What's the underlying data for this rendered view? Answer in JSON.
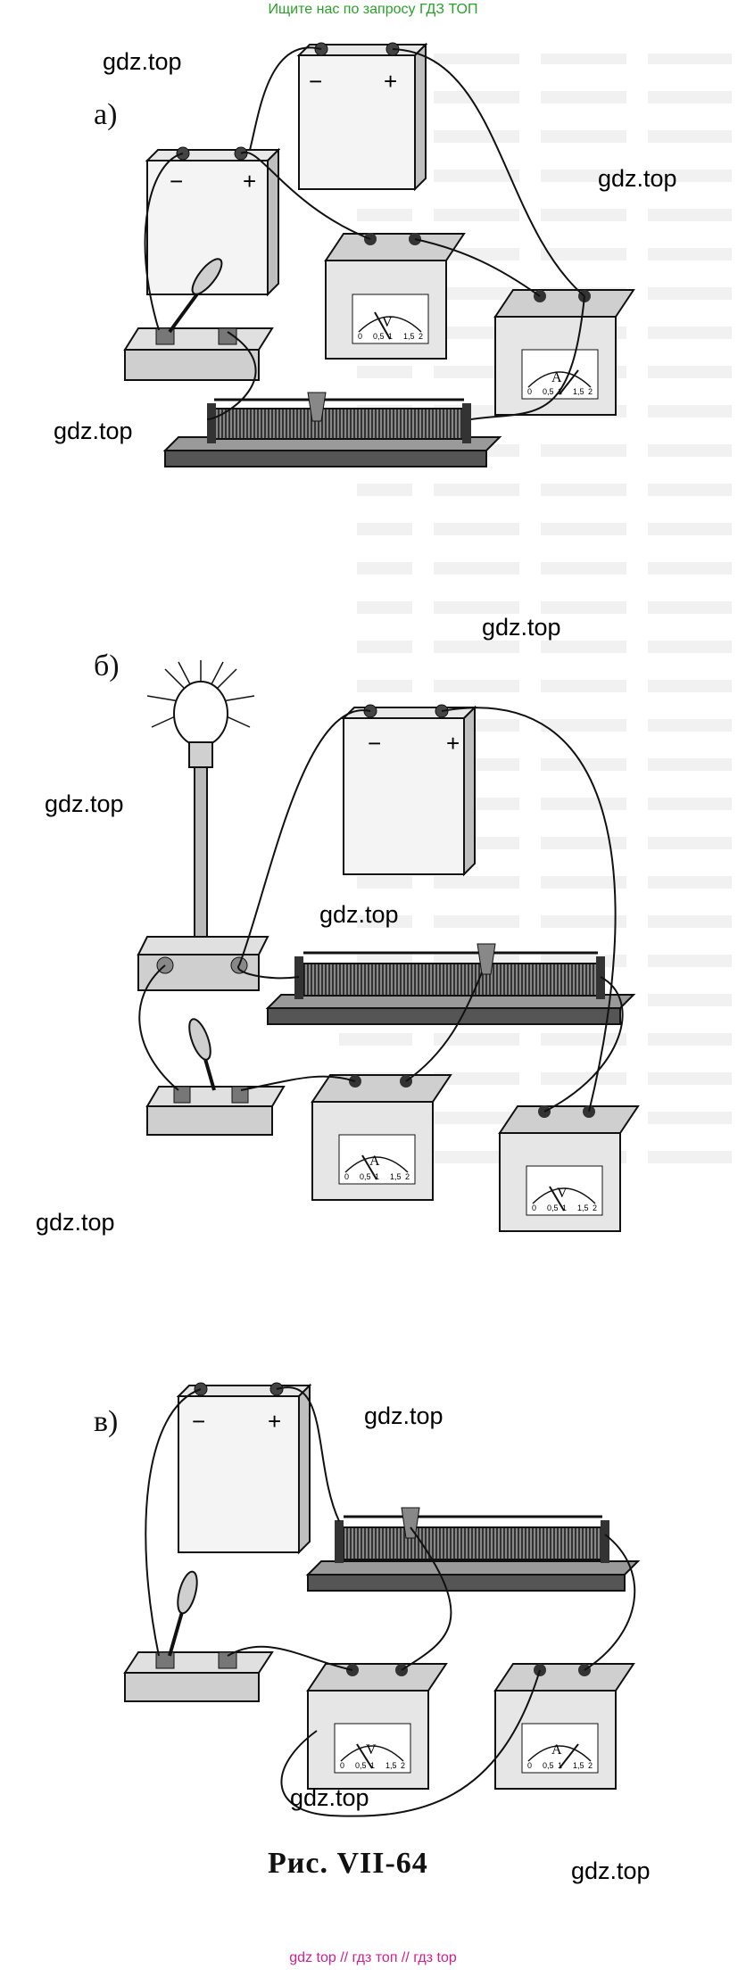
{
  "banner_top": {
    "text": "Ищите нас по запросу ГДЗ ТОП",
    "color": "#2aa02a"
  },
  "banner_bottom": {
    "text": "gdz top  //  гдз топ  //  гдз top",
    "color": "#d11f8f"
  },
  "watermarks": [
    "gdz.top",
    "gdz.top",
    "gdz.top",
    "gdz.top",
    "gdz.top",
    "gdz.top",
    "gdz.top",
    "gdz.top",
    "gdz.top"
  ],
  "panels": {
    "a": "а)",
    "b": "б)",
    "c": "в)"
  },
  "caption": "Рис. VII-64",
  "symbols": {
    "minus": "−",
    "plus": "+"
  },
  "meters": {
    "voltmeter": {
      "letter": "V",
      "scale": [
        "0",
        "0,5",
        "1",
        "1,5",
        "2"
      ]
    },
    "ammeter": {
      "letter": "A",
      "scale": [
        "0",
        "0,5",
        "1",
        "1,5",
        "2"
      ]
    }
  }
}
